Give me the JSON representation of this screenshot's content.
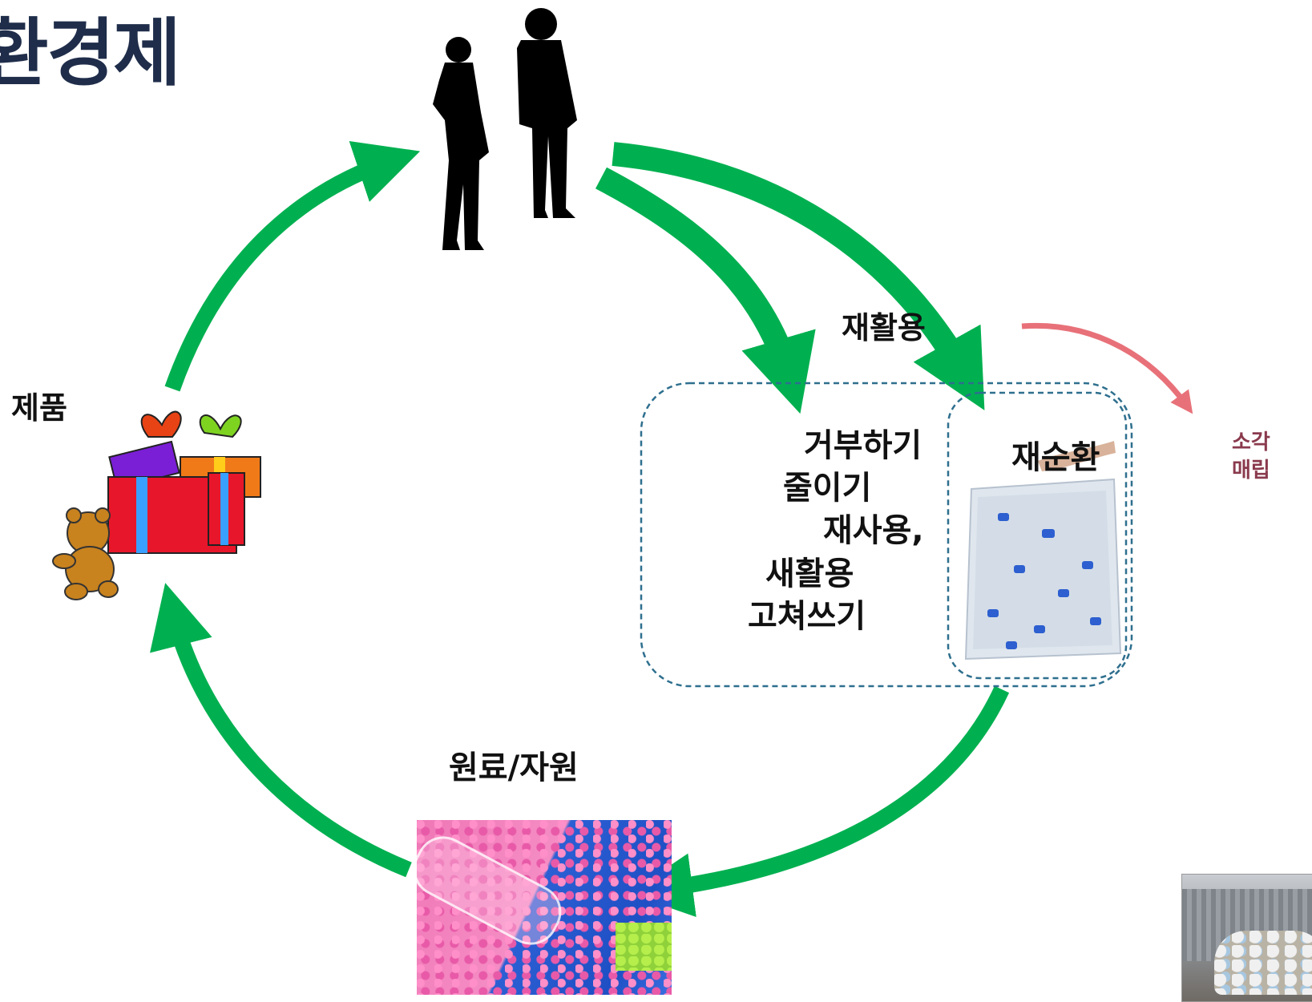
{
  "title": "환경제",
  "labels": {
    "product": "제품",
    "raw_material": "원료/자원",
    "recycling": "재활용",
    "recirculation": "재순환",
    "incineration": "소각",
    "landfill": "매립"
  },
  "reduce_list": [
    "거부하기",
    "줄이기",
    "재사용,",
    "새활용",
    "고쳐쓰기"
  ],
  "colors": {
    "cycle_arrow": "#00b050",
    "disposal_arrow": "#e87179",
    "dashed_box": "#2e6f8e",
    "title": "#1f2d4a"
  },
  "icons": {
    "consumers": "people-silhouette-icon",
    "product": "gift-boxes-teddy-bear-icon",
    "recirculation": "plastic-bottle-bag-photo",
    "raw_material": "plastic-pellets-photo",
    "landfill": "landfill-photo"
  }
}
